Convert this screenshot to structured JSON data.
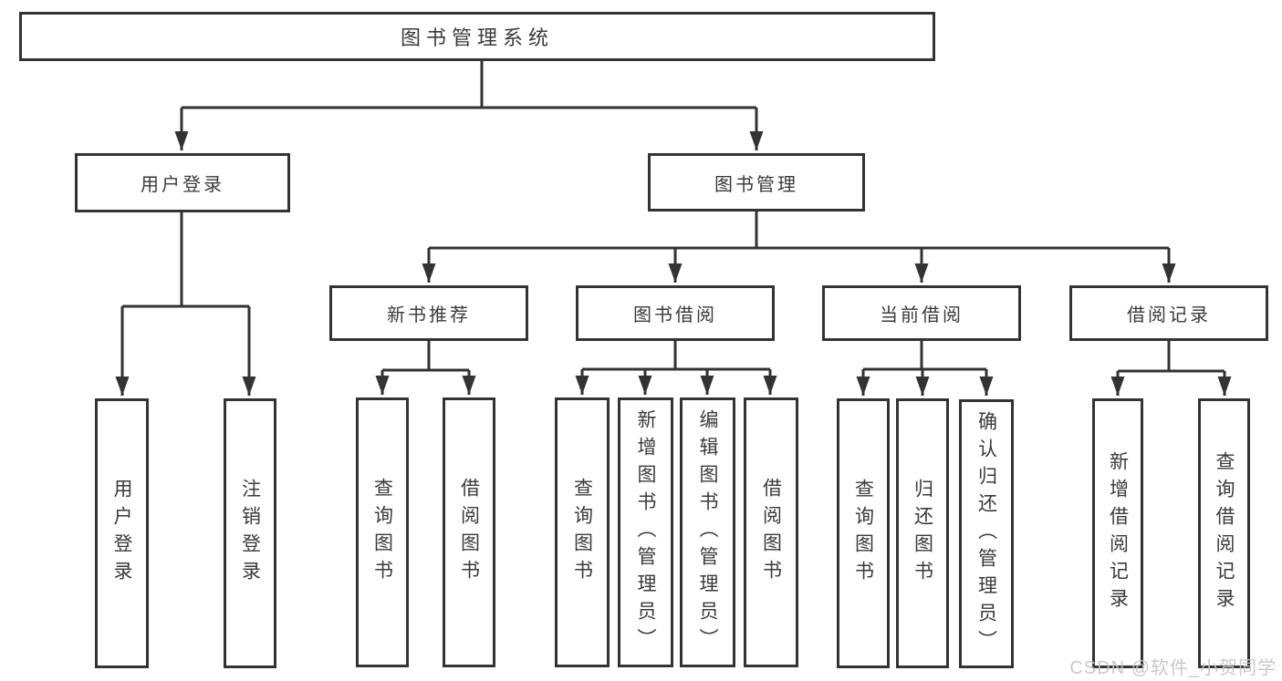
{
  "diagram": {
    "root": {
      "label": "图书管理系统",
      "children": [
        {
          "label": "用户登录",
          "children": [
            {
              "label": "用户登录"
            },
            {
              "label": "注销登录"
            }
          ]
        },
        {
          "label": "图书管理",
          "children": [
            {
              "label": "新书推荐",
              "children": [
                {
                  "label": "查询图书"
                },
                {
                  "label": "借阅图书"
                }
              ]
            },
            {
              "label": "图书借阅",
              "children": [
                {
                  "label": "查询图书"
                },
                {
                  "label": "新增图书（管理员）"
                },
                {
                  "label": "编辑图书（管理员）"
                },
                {
                  "label": "借阅图书"
                }
              ]
            },
            {
              "label": "当前借阅",
              "children": [
                {
                  "label": "查询图书"
                },
                {
                  "label": "归还图书"
                },
                {
                  "label": "确认归还（管理员）"
                }
              ]
            },
            {
              "label": "借阅记录",
              "children": [
                {
                  "label": "新增借阅记录"
                },
                {
                  "label": "查询借阅记录"
                }
              ]
            }
          ]
        }
      ]
    }
  },
  "watermark": {
    "text": "CSDN @软件_小贺同学",
    "color": "#c6c6c6"
  },
  "colors": {
    "line": "#333333",
    "text": "#3a3a3a",
    "background": "#ffffff"
  }
}
